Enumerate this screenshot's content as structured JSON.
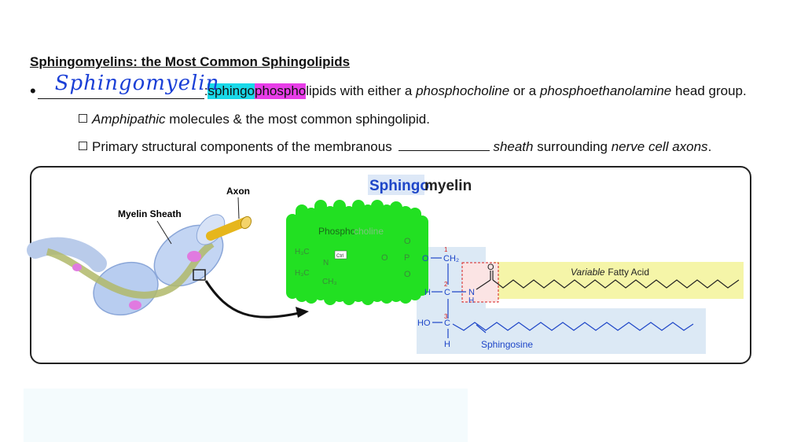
{
  "title": "Sphingomyelins: the Most Common Sphingolipids",
  "bullet": {
    "handwritten": "Sphingomyelin",
    "colon": ": ",
    "hl1": "sphingo",
    "hl2": "phospho",
    "rest_a": "lipids with either a ",
    "term1": "phosphocholine",
    "rest_b": " or a ",
    "term2": "phosphoethanolamine",
    "rest_c": " head group."
  },
  "sub1": {
    "italic": "Amphipathic",
    "rest": " molecules & the most common sphingolipid."
  },
  "sub2": {
    "part1": "Primary structural components of the membranous ",
    "part2": "sheath",
    "part3": " surrounding ",
    "part4": "nerve cell axons",
    "part5": "."
  },
  "figure": {
    "heading_blue": "Sphingo",
    "heading_rest": "myelin",
    "axon_label": "Axon",
    "myelin_label": "Myelin Sheath",
    "phosphocholine_label_a": "Phospho",
    "phosphocholine_label_b": "choline",
    "h3c_top": "H₃C",
    "h3c_bottom": "H₃C",
    "n_atom": "N",
    "ch3": "CH₃",
    "ctrl_tag": "Ctrl",
    "o_link": "O",
    "p_atom": "P",
    "o_top": "O",
    "o_bottom": "O",
    "o_bond": "O",
    "ch2": "CH₂",
    "num1": "1",
    "num2": "2",
    "num3": "3",
    "h_left": "H",
    "c2": "C",
    "n_amide": "N",
    "h_amide": "H",
    "o_carbonyl": "O",
    "ho": "HO",
    "c3": "C",
    "h_bottom": "H",
    "fatty_acid_italic": "Variable",
    "fatty_acid_rest": " Fatty Acid",
    "sphingosine": "Sphingosine"
  },
  "colors": {
    "handwriting": "#1a3fd6",
    "highlight_cyan": "#19d8e8",
    "highlight_magenta": "#e83de8",
    "green_scribble": "#22e022",
    "fatty_acid_bg": "#f5f5a8",
    "sphingosine_bg": "#dce9f5",
    "molecule_blue": "#1e46c8",
    "red_atom": "#d42020"
  }
}
